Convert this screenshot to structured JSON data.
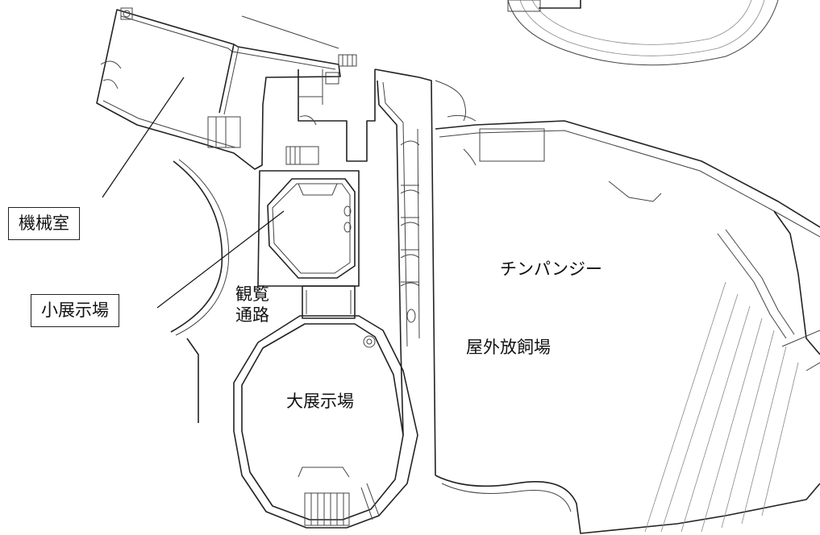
{
  "labels": {
    "machine_room": "機械室",
    "small_hall": "小展示場",
    "corridor_line1": "観覧",
    "corridor_line2": "通路",
    "chimpanzee": "チンパンジー",
    "outdoor_enclosure": "屋外放飼場",
    "large_hall": "大展示場"
  }
}
